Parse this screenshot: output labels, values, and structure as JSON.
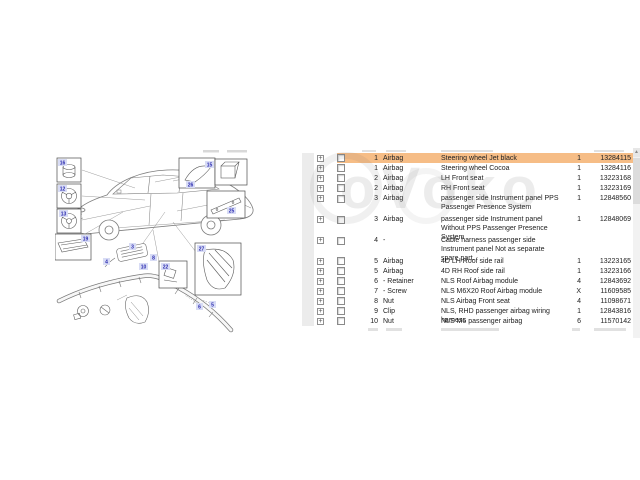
{
  "watermark": {
    "text": "oVoko"
  },
  "icons": {
    "expander_plus": "+",
    "scroll_up_arrow": "▲"
  },
  "diagram": {
    "labels": [
      "16",
      "12",
      "13",
      "19",
      "26",
      "15",
      "25",
      "27",
      "22",
      "3",
      "4",
      "8",
      "10",
      "6",
      "5"
    ]
  },
  "table": {
    "rows": [
      {
        "item": "1",
        "name": "Airbag",
        "desc": "Steering wheel Jet black",
        "qty": "1",
        "part": "13284115",
        "selected": true
      },
      {
        "item": "1",
        "name": "Airbag",
        "desc": "Steering wheel Cocoa",
        "qty": "1",
        "part": "13284116",
        "selected": false
      },
      {
        "item": "2",
        "name": "Airbag",
        "desc": "LH Front seat",
        "qty": "1",
        "part": "13223168",
        "selected": false
      },
      {
        "item": "2",
        "name": "Airbag",
        "desc": "RH Front seat",
        "qty": "1",
        "part": "13223169",
        "selected": false
      },
      {
        "item": "3",
        "name": "Airbag",
        "desc": "passenger side Instrument panel PPS Passenger Presence System",
        "qty": "1",
        "part": "12848560",
        "selected": false
      },
      {
        "item": "3",
        "name": "Airbag",
        "desc": "passenger side Instrument panel Without PPS Passenger Presence System",
        "qty": "1",
        "part": "12848069",
        "selected": false
      },
      {
        "item": "4",
        "name": "-",
        "desc": "Cable harness passenger side Instrument panel Not as separate spare part.",
        "qty": "",
        "part": "",
        "selected": false
      },
      {
        "item": "5",
        "name": "Airbag",
        "desc": "4D LH Roof side rail",
        "qty": "1",
        "part": "13223165",
        "selected": false
      },
      {
        "item": "5",
        "name": "Airbag",
        "desc": "4D RH Roof side rail",
        "qty": "1",
        "part": "13223166",
        "selected": false
      },
      {
        "item": "6",
        "name": "- Retainer",
        "desc": "NLS Roof Airbag module",
        "qty": "4",
        "part": "12843692",
        "selected": false
      },
      {
        "item": "7",
        "name": "- Screw",
        "desc": "NLS M6X20 Roof Airbag module",
        "qty": "X",
        "part": "11609585",
        "selected": false
      },
      {
        "item": "8",
        "name": "Nut",
        "desc": "NLS Airbag Front seat",
        "qty": "4",
        "part": "11098671",
        "selected": false
      },
      {
        "item": "9",
        "name": "Clip",
        "desc": "NLS, RHD passenger airbag wiring harness",
        "qty": "1",
        "part": "12843816",
        "selected": false
      },
      {
        "item": "10",
        "name": "Nut",
        "desc": "NLS M6 passenger airbag",
        "qty": "6",
        "part": "11570142",
        "selected": false
      }
    ]
  }
}
